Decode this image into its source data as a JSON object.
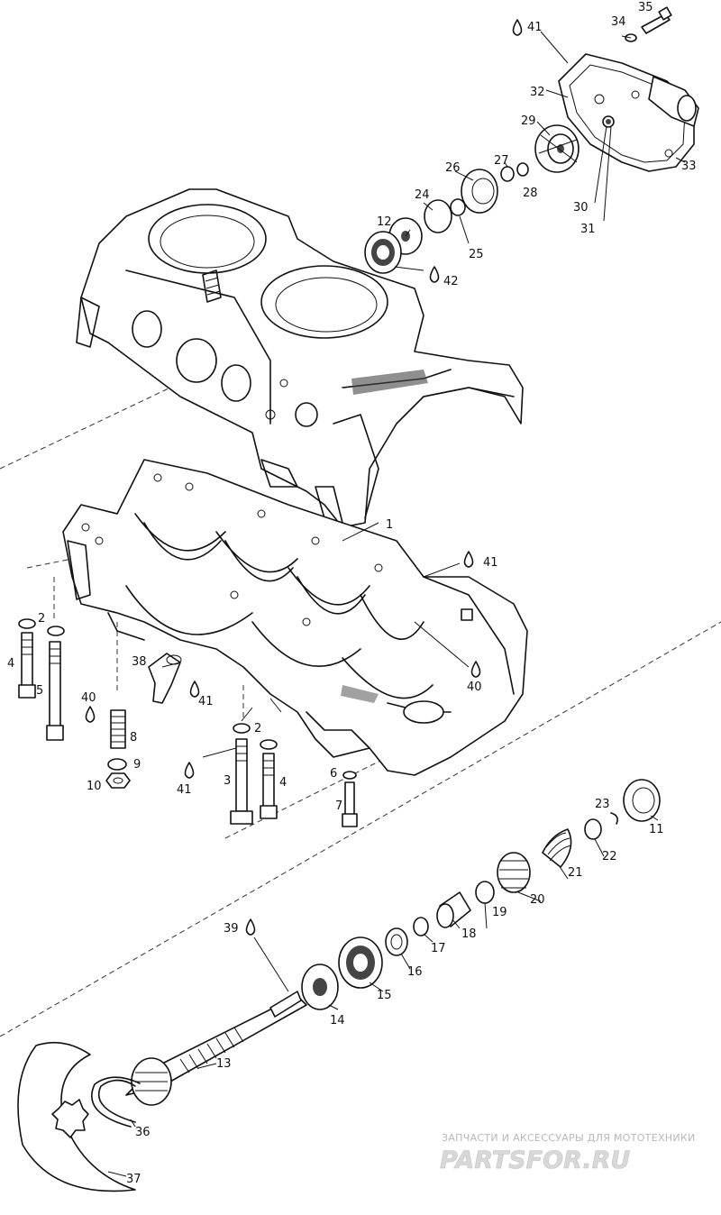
{
  "callouts": {
    "c1": "1",
    "c2a": "2",
    "c2b": "2",
    "c3": "3",
    "c4a": "4",
    "c4b": "4",
    "c5": "5",
    "c6": "6",
    "c7": "7",
    "c8": "8",
    "c9": "9",
    "c10": "10",
    "c11": "11",
    "c12": "12",
    "c13": "13",
    "c14": "14",
    "c15": "15",
    "c16": "16",
    "c17": "17",
    "c18": "18",
    "c19": "19",
    "c20": "20",
    "c21": "21",
    "c22": "22",
    "c23": "23",
    "c24": "24",
    "c25": "25",
    "c26": "26",
    "c27": "27",
    "c28": "28",
    "c29": "29",
    "c30": "30",
    "c31": "31",
    "c32": "32",
    "c33": "33",
    "c34": "34",
    "c35": "35",
    "c36": "36",
    "c37": "37",
    "c38": "38",
    "c39": "39",
    "c40a": "40",
    "c40b": "40",
    "c41a": "41",
    "c41b": "41",
    "c41c": "41",
    "c41d": "41",
    "c42": "42"
  },
  "watermark": {
    "tagline": "ЗАПЧАСТИ И АКСЕССУАРЫ ДЛЯ МОТОТЕХНИКИ",
    "logo": "PARTSFOR.RU"
  },
  "colors": {
    "ink": "#111111",
    "background": "#ffffff",
    "watermark": "#c8c8c8"
  }
}
